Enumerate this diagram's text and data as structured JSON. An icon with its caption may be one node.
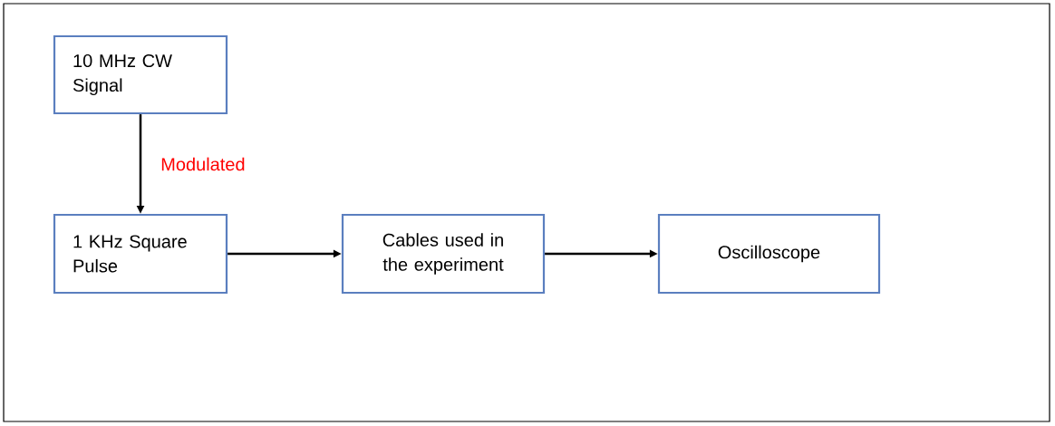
{
  "diagram": {
    "nodes": [
      {
        "text": [
          "10 MHz CW Signal"
        ]
      },
      {
        "text": [
          "1 KHz Square Pulse"
        ]
      },
      {
        "text": [
          "Cables used in the experiment"
        ]
      },
      {
        "text": [
          "Oscilloscope"
        ]
      }
    ],
    "edges": [
      {
        "from": 0,
        "to": 1,
        "arrow": "to",
        "label": "Modulated"
      },
      {
        "from": 1,
        "to": 2,
        "arrow": "to"
      },
      {
        "from": 2,
        "to": 3,
        "arrow": "to"
      }
    ]
  }
}
